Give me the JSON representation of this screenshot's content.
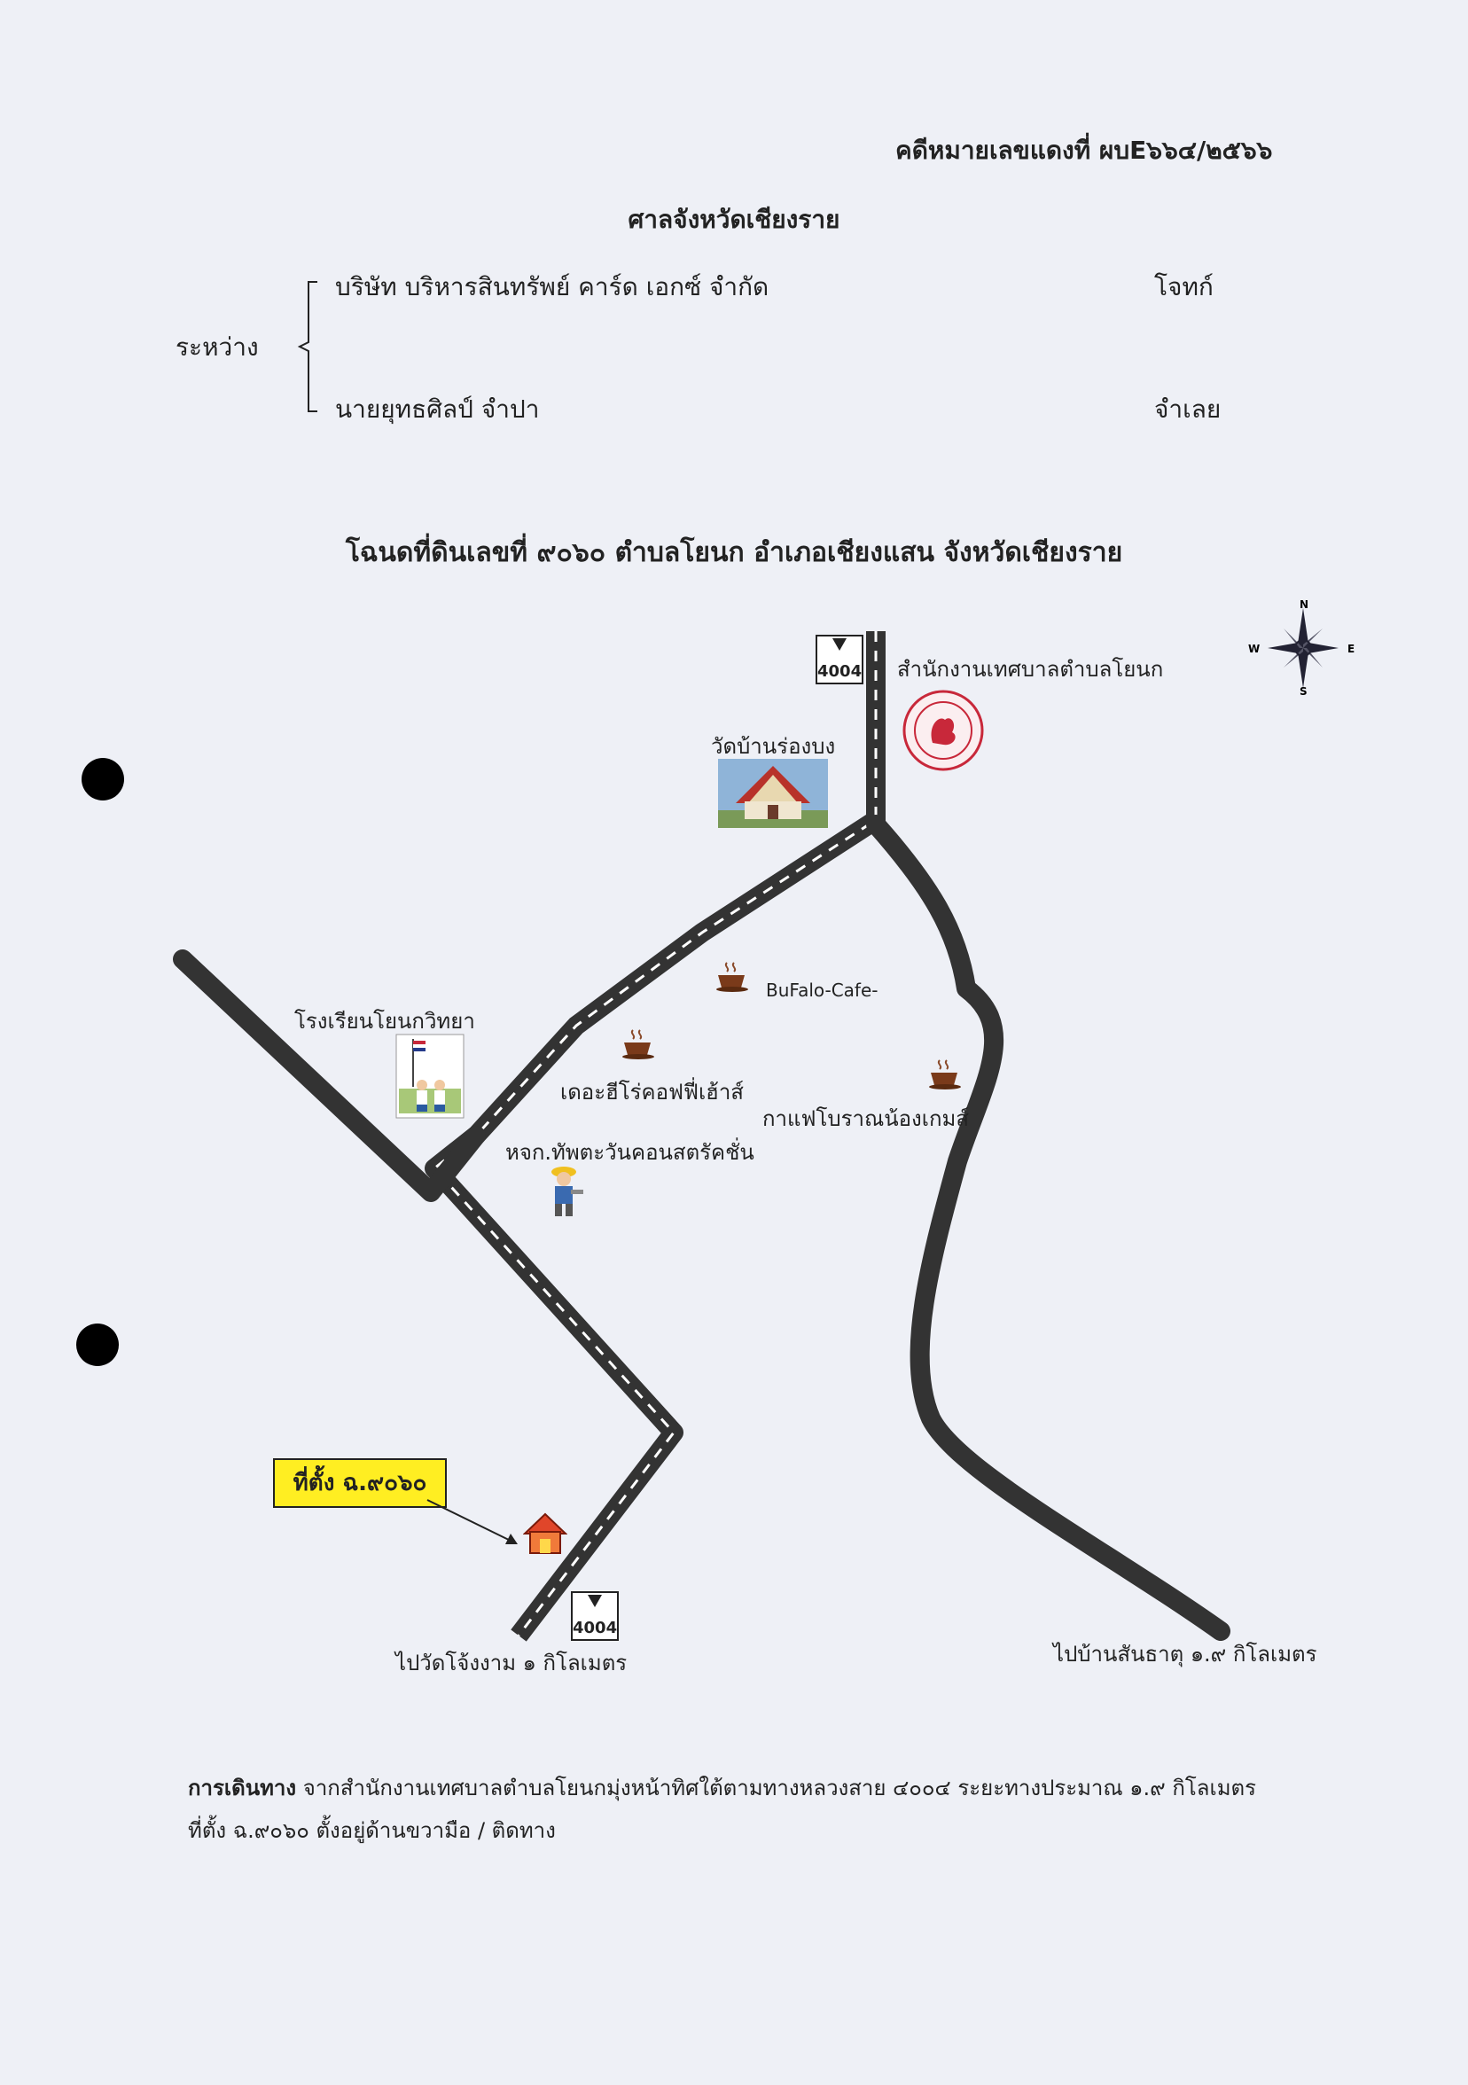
{
  "header": {
    "case_number": "คดีหมายเลขแดงที่ ผบE๖๖๔/๒๕๖๖",
    "court": "ศาลจังหวัดเชียงราย",
    "between_label": "ระหว่าง",
    "plaintiff_name": "บริษัท บริหารสินทรัพย์ คาร์ด เอกซ์ จำกัด",
    "plaintiff_role": "โจทก์",
    "defendant_name": "นายยุทธศิลป์ จำปา",
    "defendant_role": "จำเลย"
  },
  "map": {
    "title": "โฉนดที่ดินเลขที่ ๙๐๖๐ ตำบลโยนก อำเภอเชียงแสน จังหวัดเชียงราย",
    "compass": {
      "n": "N",
      "s": "S",
      "e": "E",
      "w": "W"
    },
    "road_shield_top": "4004",
    "road_shield_bottom": "4004",
    "landmarks": {
      "municipal_office": "สำนักงานเทศบาลตำบลโยนก",
      "temple": "วัดบ้านร่องบง",
      "school": "โรงเรียนโยนกวิทยา",
      "cafe_buffalo": "BuFalo-Cafe-",
      "cafe_hero": "เดอะฮีโร่คอฟฟี่เฮ้าส์",
      "cafe_boran": "กาแฟโบราณน้องเกมส์",
      "company": "หจก.ทัพตะวันคอนสตรัคชั่น"
    },
    "location_box": "ที่ตั้ง ฉ.๙๐๖๐",
    "destination_left": "ไปวัดโจ้งงาม ๑ กิโลเมตร",
    "destination_right": "ไปบ้านสันธาตุ ๑.๙ กิโลเมตร"
  },
  "route": {
    "label": "การเดินทาง",
    "line1": "จากสำนักงานเทศบาลตำบลโยนกมุ่งหน้าทิศใต้ตามทางหลวงสาย ๔๐๐๔ ระยะทางประมาณ ๑.๙ กิโลเมตร",
    "line2": "ที่ตั้ง ฉ.๙๐๖๐ ตั้งอยู่ด้านขวามือ / ติดทาง"
  },
  "colors": {
    "paper": "#eef0f6",
    "road": "#333333",
    "highlight": "#ffee22",
    "house": "#e0462a",
    "seal": "#c8283a"
  }
}
